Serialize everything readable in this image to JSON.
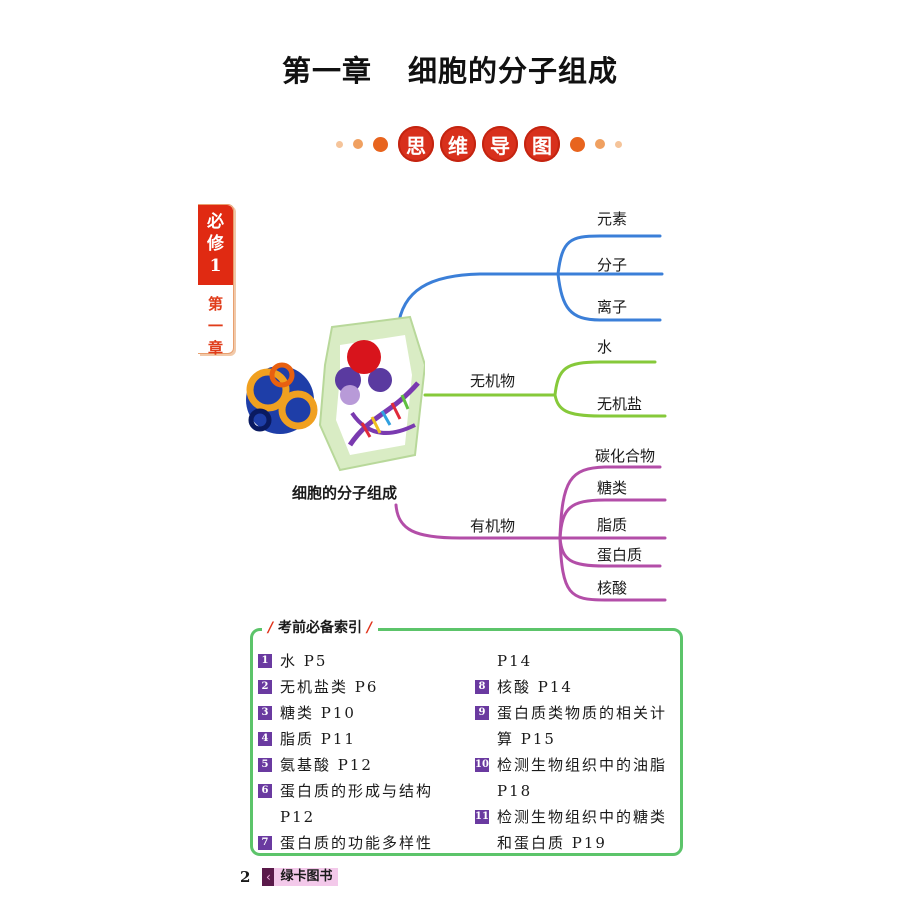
{
  "header": {
    "chapter": "第一章",
    "title": "细胞的分子组成"
  },
  "banner": {
    "chars": [
      "思",
      "维",
      "导",
      "图"
    ],
    "accent": "#d8301c"
  },
  "side_tab": {
    "top": [
      "必",
      "修",
      "1"
    ],
    "bottom": [
      "第",
      "一",
      "章"
    ]
  },
  "mindmap": {
    "center": "细胞的分子组成",
    "branches": [
      {
        "label": "",
        "color": "#3b7fd8",
        "children": [
          "元素",
          "分子",
          "离子"
        ]
      },
      {
        "label": "无机物",
        "color": "#86c93a",
        "children": [
          "水",
          "无机盐"
        ]
      },
      {
        "label": "有机物",
        "color": "#b34ea8",
        "children": [
          "碳化合物",
          "糖类",
          "脂质",
          "蛋白质",
          "核酸"
        ]
      }
    ]
  },
  "index": {
    "title": "考前必备索引",
    "left_column": [
      {
        "num": "1",
        "text": "水 P5"
      },
      {
        "num": "2",
        "text": "无机盐类 P6"
      },
      {
        "num": "3",
        "text": "糖类 P10"
      },
      {
        "num": "4",
        "text": "脂质 P11"
      },
      {
        "num": "5",
        "text": "氨基酸 P12"
      },
      {
        "num": "6",
        "text": "蛋白质的形成与结构",
        "cont": "P12"
      },
      {
        "num": "7",
        "text": "蛋白质的功能多样性",
        "cont": "P14"
      }
    ],
    "right_column": [
      {
        "num": "8",
        "text": "核酸 P14"
      },
      {
        "num": "9",
        "text": "蛋白质类物质的相关计",
        "cont": "算 P15"
      },
      {
        "num": "10",
        "text": "检测生物组织中的油脂",
        "cont": "P18"
      },
      {
        "num": "11",
        "text": "检测生物组织中的糖类",
        "cont": "和蛋白质 P19"
      }
    ]
  },
  "footer": {
    "page_number": "2",
    "brand": "绿卡图书"
  }
}
